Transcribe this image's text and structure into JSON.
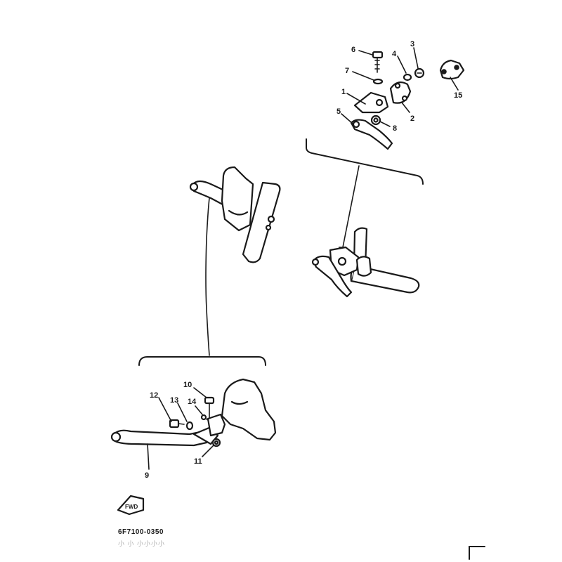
{
  "diagram": {
    "callouts": [
      "1",
      "2",
      "3",
      "4",
      "5",
      "6",
      "7",
      "8",
      "9",
      "10",
      "11",
      "12",
      "13",
      "14",
      "15"
    ],
    "direction_label": "FWD",
    "drawing_code": "6F7100-0350",
    "faint_code": "小 小  小小小小",
    "colors": {
      "ink": "#1a1a1a",
      "paper": "#ffffff"
    }
  }
}
